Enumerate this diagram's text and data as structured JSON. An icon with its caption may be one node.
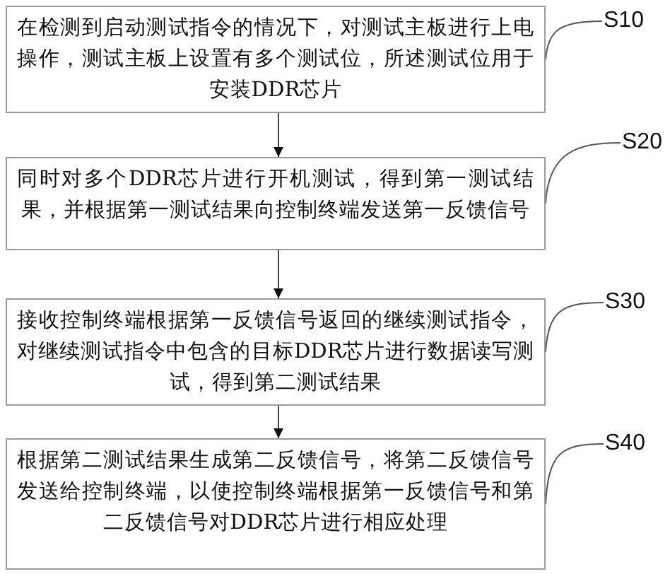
{
  "diagram": {
    "nodes": [
      {
        "text": [
          "S10"
        ]
      },
      {
        "text": [
          "在检测到启动测试指令的情况下，对测试主板进行上电操作，测试主板上设置有多个测试位，所述测试位用于安装DDR芯片"
        ]
      },
      {
        "text": [
          "S20"
        ]
      },
      {
        "text": [
          "同时对多个DDR芯片进行开机测试，得到第一测试结果，并根据第一测试结果向控制终端发送第一反馈信号"
        ]
      },
      {
        "text": [
          "S30"
        ]
      },
      {
        "text": [
          "接收控制终端根据第一反馈信号返回的继续测试指令，对继续测试指令中包含的目标DDR芯片进行数据读写测试，得到第二测试结果"
        ]
      },
      {
        "text": [
          "S40"
        ]
      },
      {
        "text": [
          "根据第二测试结果生成第二反馈信号，将第二反馈信号发送给控制终端，以使控制终端根据第一反馈信号和第二反馈信号对DDR芯片进行相应处理"
        ]
      }
    ],
    "edges": [
      {
        "from": 0,
        "to": 1,
        "arrow": "none"
      },
      {
        "from": 1,
        "to": 3,
        "arrow": "to"
      },
      {
        "from": 2,
        "to": 3,
        "arrow": "none"
      },
      {
        "from": 3,
        "to": 5,
        "arrow": "to"
      },
      {
        "from": 4,
        "to": 5,
        "arrow": "none"
      },
      {
        "from": 5,
        "to": 7,
        "arrow": "to"
      },
      {
        "from": 6,
        "to": 7,
        "arrow": "none"
      }
    ]
  }
}
